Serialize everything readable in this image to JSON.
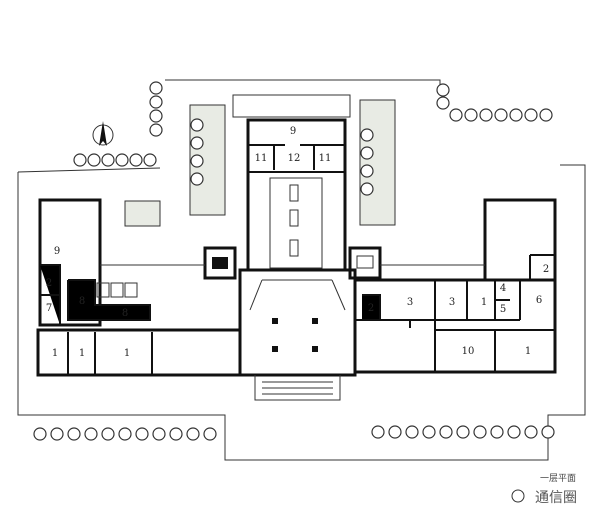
{
  "caption": "一层平面",
  "watermark": "通信圈",
  "rooms": {
    "top": [
      "9",
      "11",
      "12",
      "11"
    ],
    "left": [
      "9",
      "2",
      "7",
      "8",
      "8",
      "1",
      "1",
      "1"
    ],
    "right": [
      "2",
      "3",
      "3",
      "1",
      "4",
      "5",
      "6",
      "2",
      "10",
      "1"
    ]
  },
  "icons": {
    "north": "north-arrow-icon"
  }
}
